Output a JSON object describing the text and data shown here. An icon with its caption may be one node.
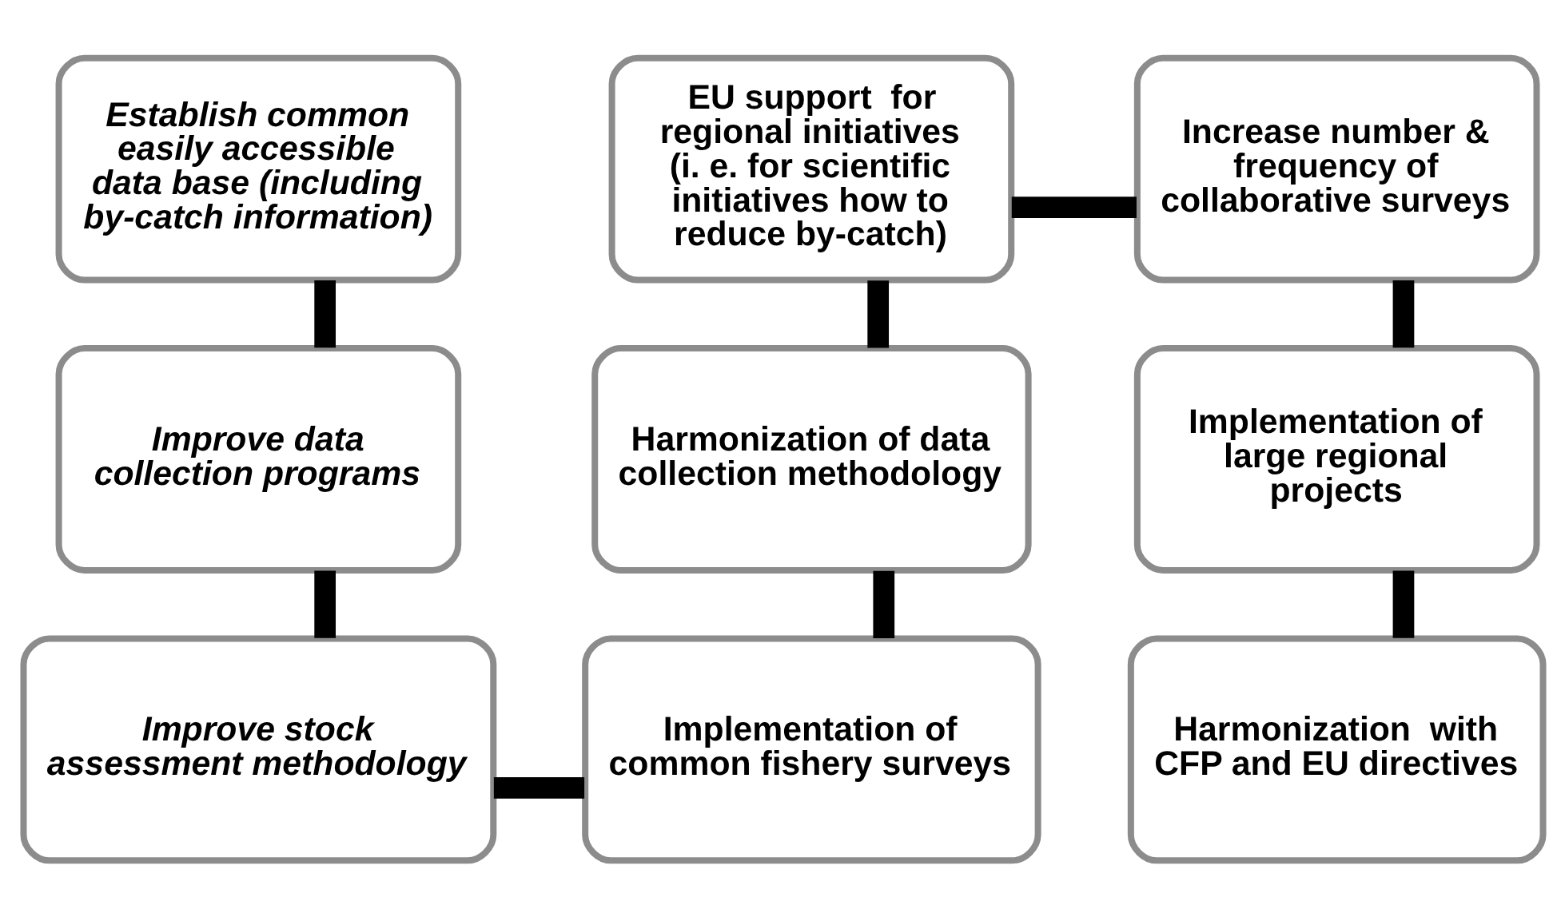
{
  "diagram": {
    "nodes": [
      {
        "text": [
          "Establish common easily accessible  data base (including by-catch information)"
        ]
      },
      {
        "text": [
          "EU support  for regional initiatives (i. e. for scientific initiatives how to reduce by-catch)"
        ]
      },
      {
        "text": [
          "Increase number & frequency of collaborative surveys"
        ]
      },
      {
        "text": [
          "Improve data collection programs"
        ]
      },
      {
        "text": [
          "Harmonization of data collection methodology"
        ]
      },
      {
        "text": [
          "Implementation of large regional projects"
        ]
      },
      {
        "text": [
          "Improve stock assessment methodology"
        ]
      },
      {
        "text": [
          "Implementation of common fishery surveys"
        ]
      },
      {
        "text": [
          "Harmonization  with CFP and EU directives"
        ]
      }
    ],
    "edges": [
      {
        "from": 0,
        "to": 3,
        "arrow": "none"
      },
      {
        "from": 3,
        "to": 6,
        "arrow": "none"
      },
      {
        "from": 6,
        "to": 7,
        "arrow": "none"
      },
      {
        "from": 7,
        "to": 4,
        "arrow": "none"
      },
      {
        "from": 4,
        "to": 1,
        "arrow": "none"
      },
      {
        "from": 1,
        "to": 2,
        "arrow": "none"
      },
      {
        "from": 2,
        "to": 5,
        "arrow": "none"
      },
      {
        "from": 5,
        "to": 8,
        "arrow": "none"
      }
    ]
  }
}
